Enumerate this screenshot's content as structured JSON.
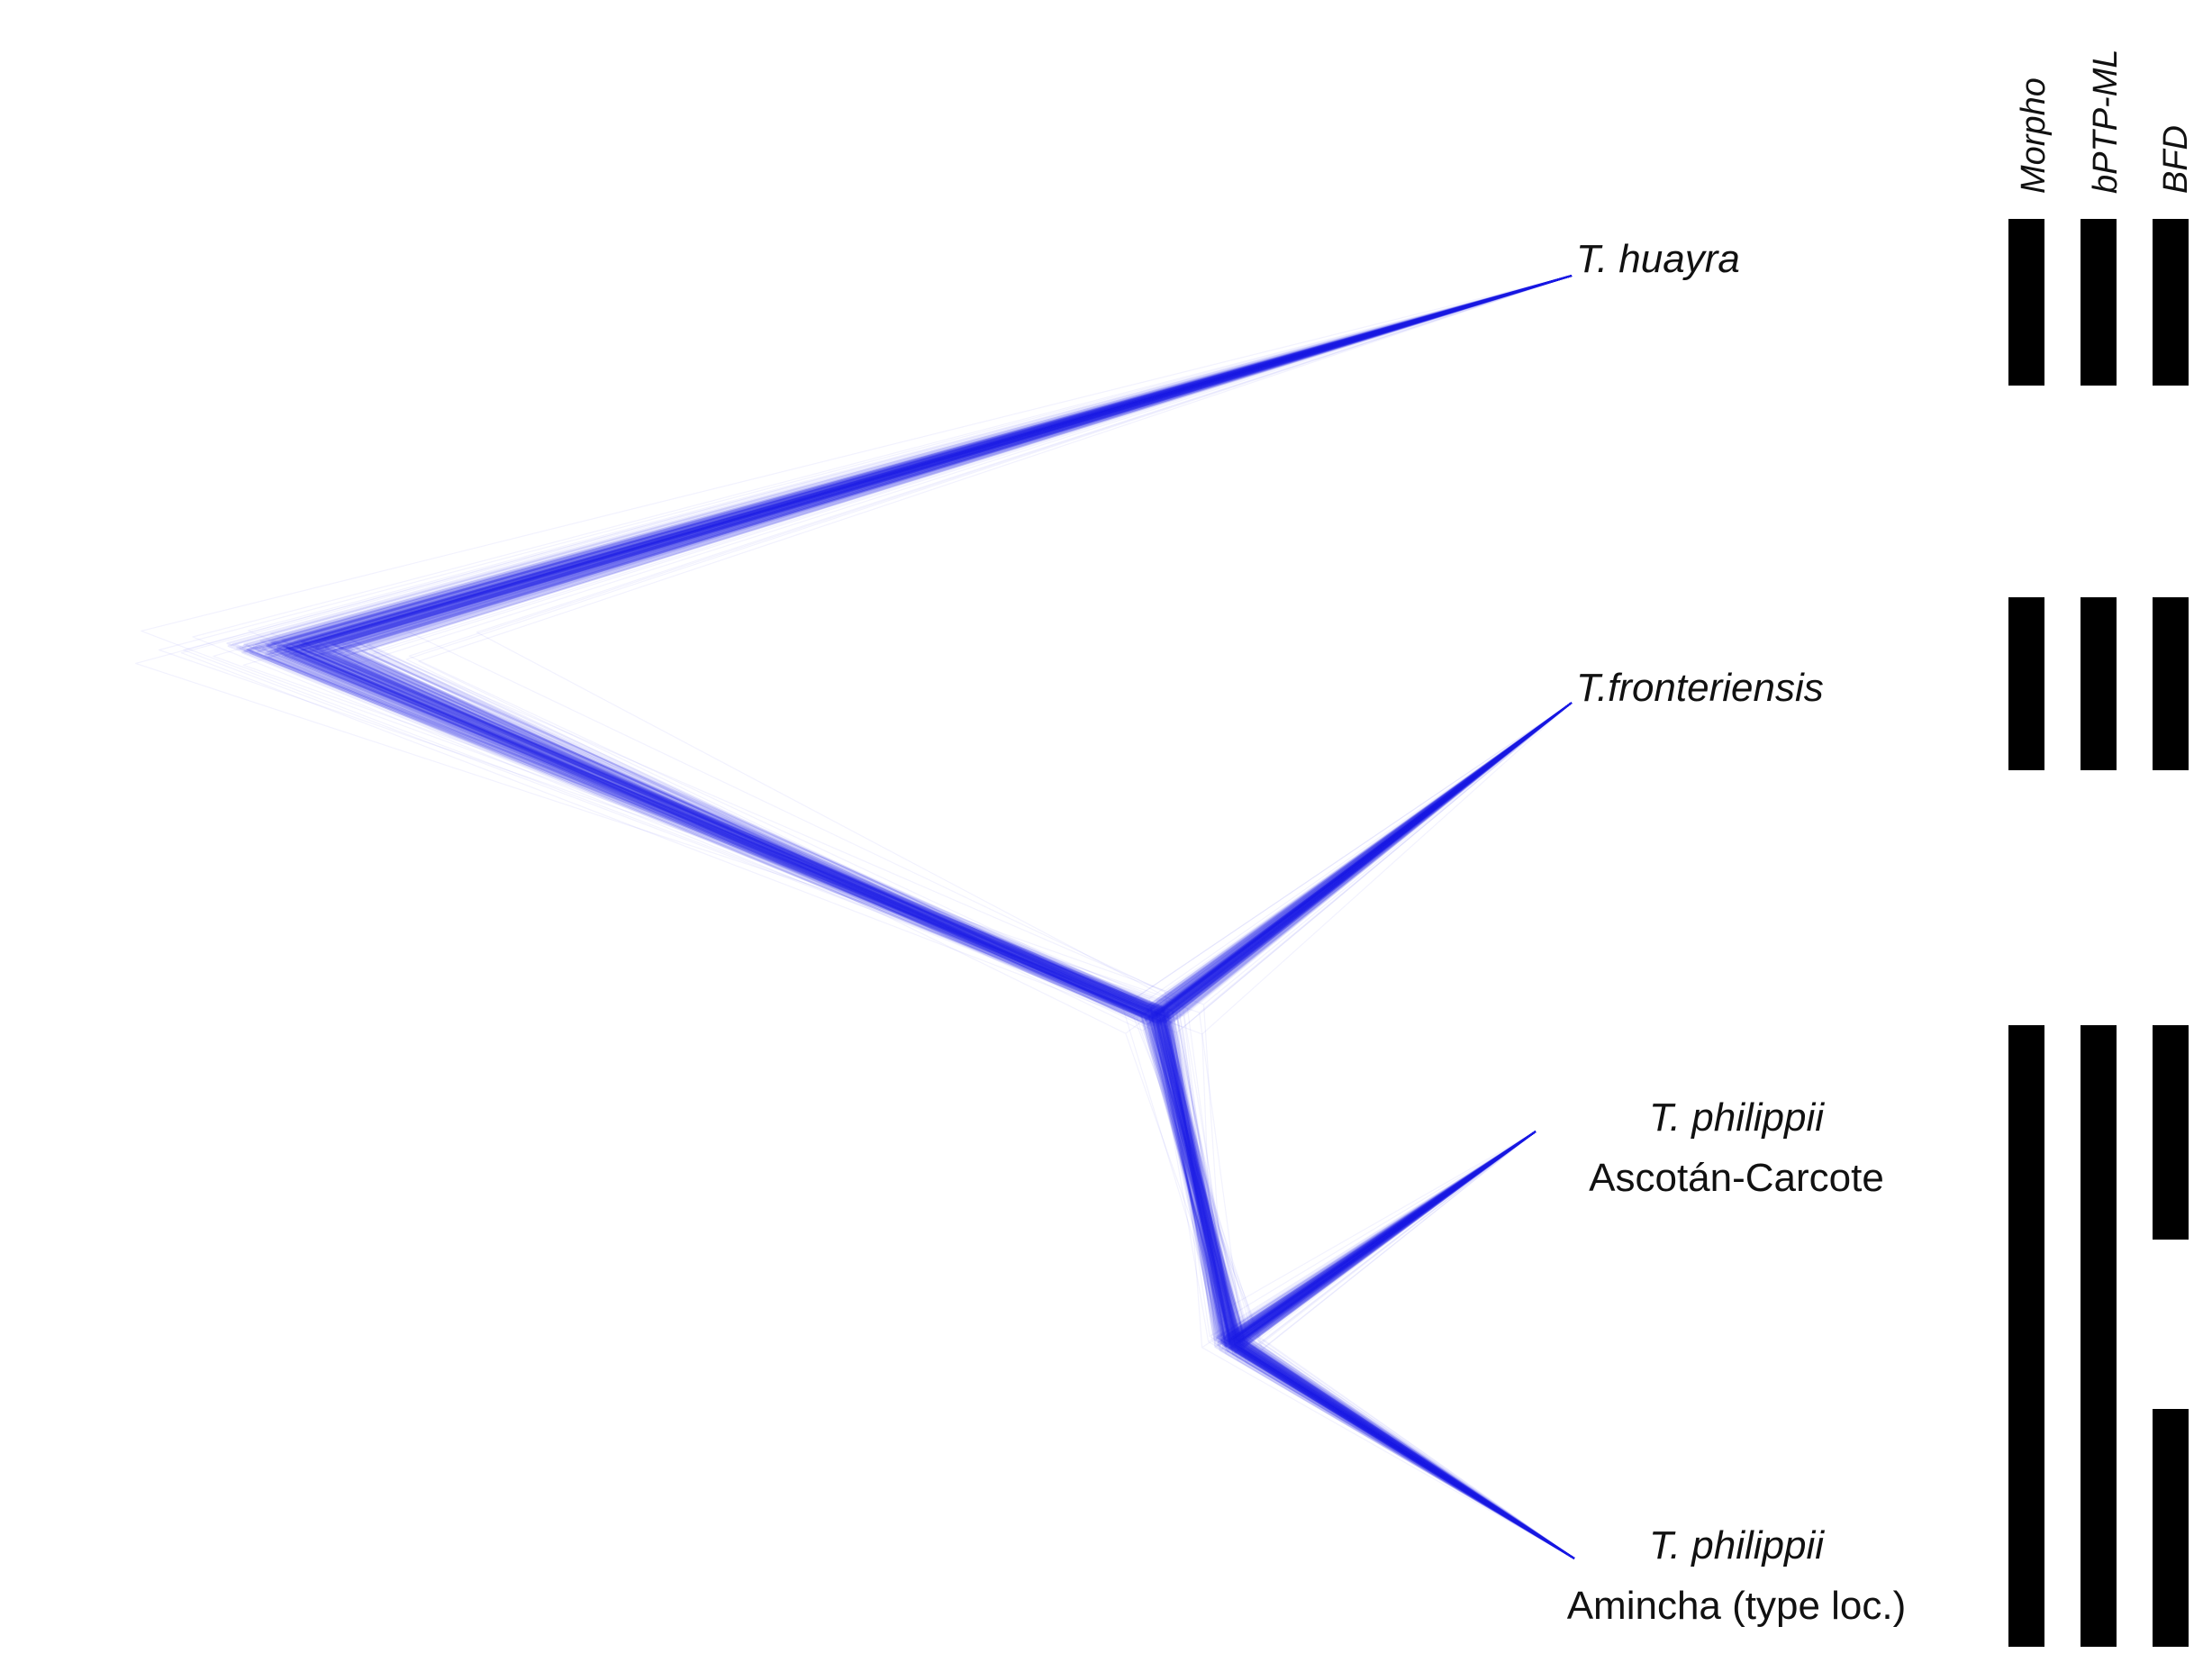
{
  "figure": {
    "tree_color": "#2222ee",
    "bar_color": "#000000"
  },
  "taxa": [
    {
      "id": "huayra",
      "name": "T. huayra",
      "locality": ""
    },
    {
      "id": "fronteriensis",
      "name": "T.fronteriensis",
      "locality": ""
    },
    {
      "id": "philippii_ac",
      "name": "T. philippii",
      "locality": "Ascotán-Carcote"
    },
    {
      "id": "philippii_am",
      "name": "T. philippii",
      "locality": "Amincha (type loc.)"
    }
  ],
  "methods": [
    {
      "id": "morpho",
      "label": "Morpho",
      "groups": [
        [
          "huayra"
        ],
        [
          "fronteriensis"
        ],
        [
          "philippii_ac",
          "philippii_am"
        ]
      ]
    },
    {
      "id": "bptp",
      "label": "bPTP-ML",
      "groups": [
        [
          "huayra"
        ],
        [
          "fronteriensis"
        ],
        [
          "philippii_ac",
          "philippii_am"
        ]
      ]
    },
    {
      "id": "bfd",
      "label": "BFD",
      "groups": [
        [
          "huayra"
        ],
        [
          "fronteriensis"
        ],
        [
          "philippii_ac"
        ],
        [
          "philippii_am"
        ]
      ]
    }
  ]
}
